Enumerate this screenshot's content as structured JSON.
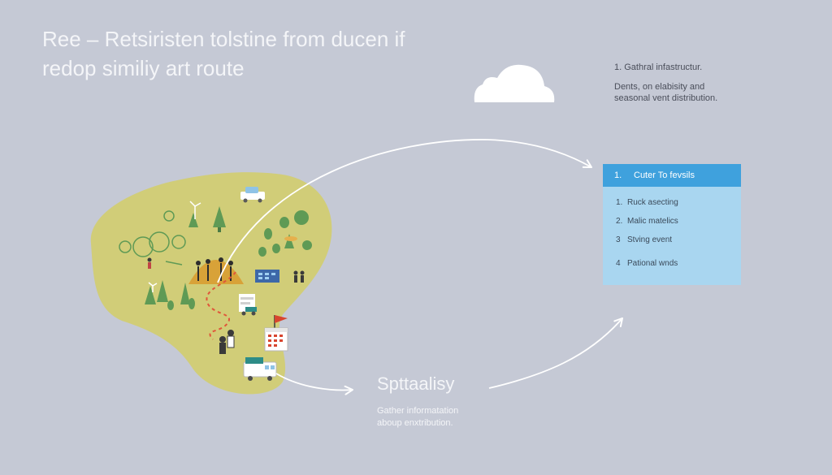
{
  "title": {
    "line1": "Ree – Retsiristen tolstine from ducen if",
    "line2": "redop similiy art route"
  },
  "notes": {
    "line1": "1. Gathral infastructur.",
    "line2": "Dents, on elabisity and",
    "line3": "seasonal vent distribution."
  },
  "panel": {
    "header_num": "1.",
    "header_label": "Cuter To fevsils",
    "items": [
      {
        "num": "1.",
        "label": "Ruck asecting"
      },
      {
        "num": "2.",
        "label": "Malic matelics"
      },
      {
        "num": "3",
        "label": "Stving event"
      },
      {
        "num": "4",
        "label": "Pational wnds"
      }
    ]
  },
  "bottom": {
    "label": "Spttaalisy",
    "desc_line1": "Gather informatation",
    "desc_line2": "aboup enxtribution."
  },
  "colors": {
    "background": "#c5c9d5",
    "map_fill": "#d1cd78",
    "panel_header": "#3fa1dd",
    "panel_body": "#a9d6f0",
    "route_dash": "#e0563a",
    "tree_green": "#5f9a55",
    "arrow": "#ffffff"
  },
  "icons": [
    "cloud-icon",
    "tree-icon",
    "windmill-icon",
    "car-icon",
    "truck-icon",
    "flag-icon",
    "calendar-icon",
    "person-icon",
    "dome-tent-icon",
    "billboard-icon"
  ]
}
